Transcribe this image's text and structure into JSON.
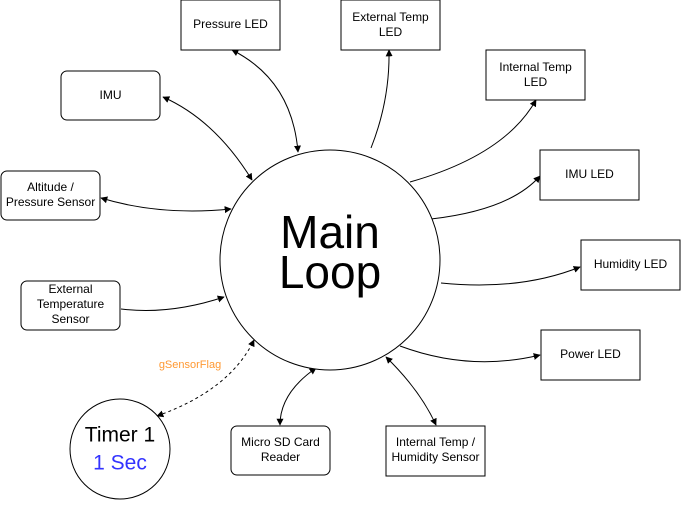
{
  "colors": {
    "stroke": "#000000",
    "fill": "#ffffff",
    "timer_period": "#3333ff",
    "flag_label": "#ff9933"
  },
  "main": {
    "lines": [
      "Main",
      "Loop"
    ]
  },
  "timer": {
    "lines": [
      "Timer 1",
      "1 Sec"
    ]
  },
  "nodes": {
    "pressure_led": [
      "Pressure LED"
    ],
    "external_temp_led": [
      "External Temp",
      "LED"
    ],
    "internal_temp_led": [
      "Internal Temp",
      "LED"
    ],
    "imu": [
      "IMU"
    ],
    "imu_led": [
      "IMU LED"
    ],
    "altitude_sensor": [
      "Altitude /",
      "Pressure Sensor"
    ],
    "humidity_led": [
      "Humidity LED"
    ],
    "external_temp_sensor": [
      "External",
      "Temperature",
      "Sensor"
    ],
    "power_led": [
      "Power LED"
    ],
    "sd_card": [
      "Micro SD Card",
      "Reader"
    ],
    "internal_temp_humidity_sensor": [
      "Internal Temp /",
      "Humidity Sensor"
    ]
  },
  "edges": {
    "timer_flag": "gSensorFlag"
  }
}
